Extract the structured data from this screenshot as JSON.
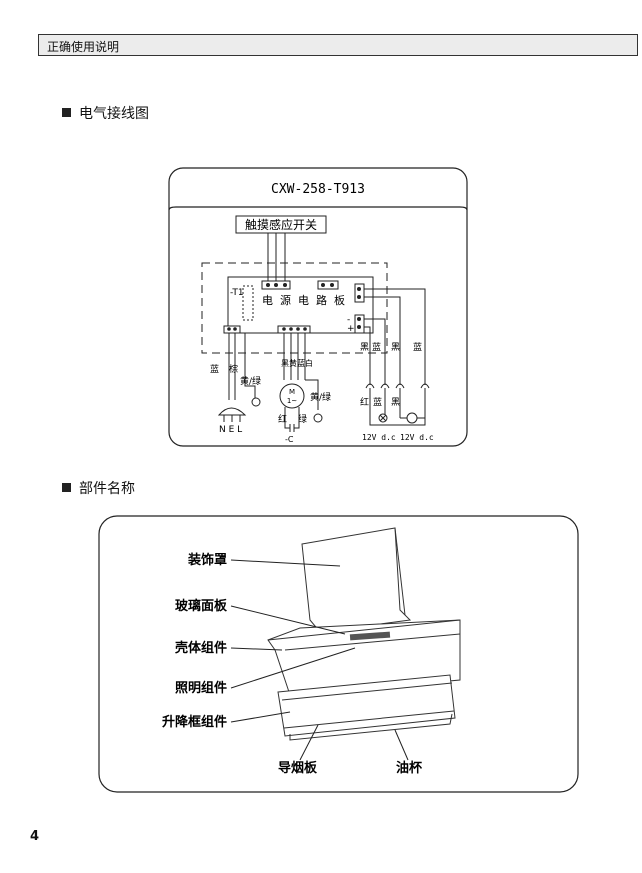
{
  "header": {
    "title": "正确使用说明"
  },
  "sections": {
    "wiring": "电气接线图",
    "parts": "部件名称"
  },
  "wiring": {
    "model": "CXW-258-T913",
    "touch_switch": "触摸感应开关",
    "power_board": [
      "电",
      "源",
      "电",
      "路",
      "板"
    ],
    "t1": "-T1",
    "pin_minus": "-",
    "pin_plus": "+",
    "wire_black1": "黑",
    "wire_blue1": "蓝",
    "wire_black2": "黑",
    "wire_blue2": "蓝",
    "wire_red_b": "红",
    "wire_blue_b": "蓝",
    "wire_black_b": "黑",
    "motor_wires": "黑黄蓝白",
    "blue": "蓝",
    "brown": "棕",
    "yellow_green_1": "黄/绿",
    "yellow_green_2": "黄/绿",
    "nel": "N E L",
    "motor_m": "M",
    "motor_phase": "1~",
    "red": "红",
    "green": "绿",
    "cap": "-C",
    "volt1": "12V d.c",
    "volt2": "12V d.c"
  },
  "parts": {
    "labels": [
      "装饰罩",
      "玻璃面板",
      "壳体组件",
      "照明组件",
      "升降框组件",
      "导烟板",
      "油杯"
    ]
  },
  "page_number": "4"
}
